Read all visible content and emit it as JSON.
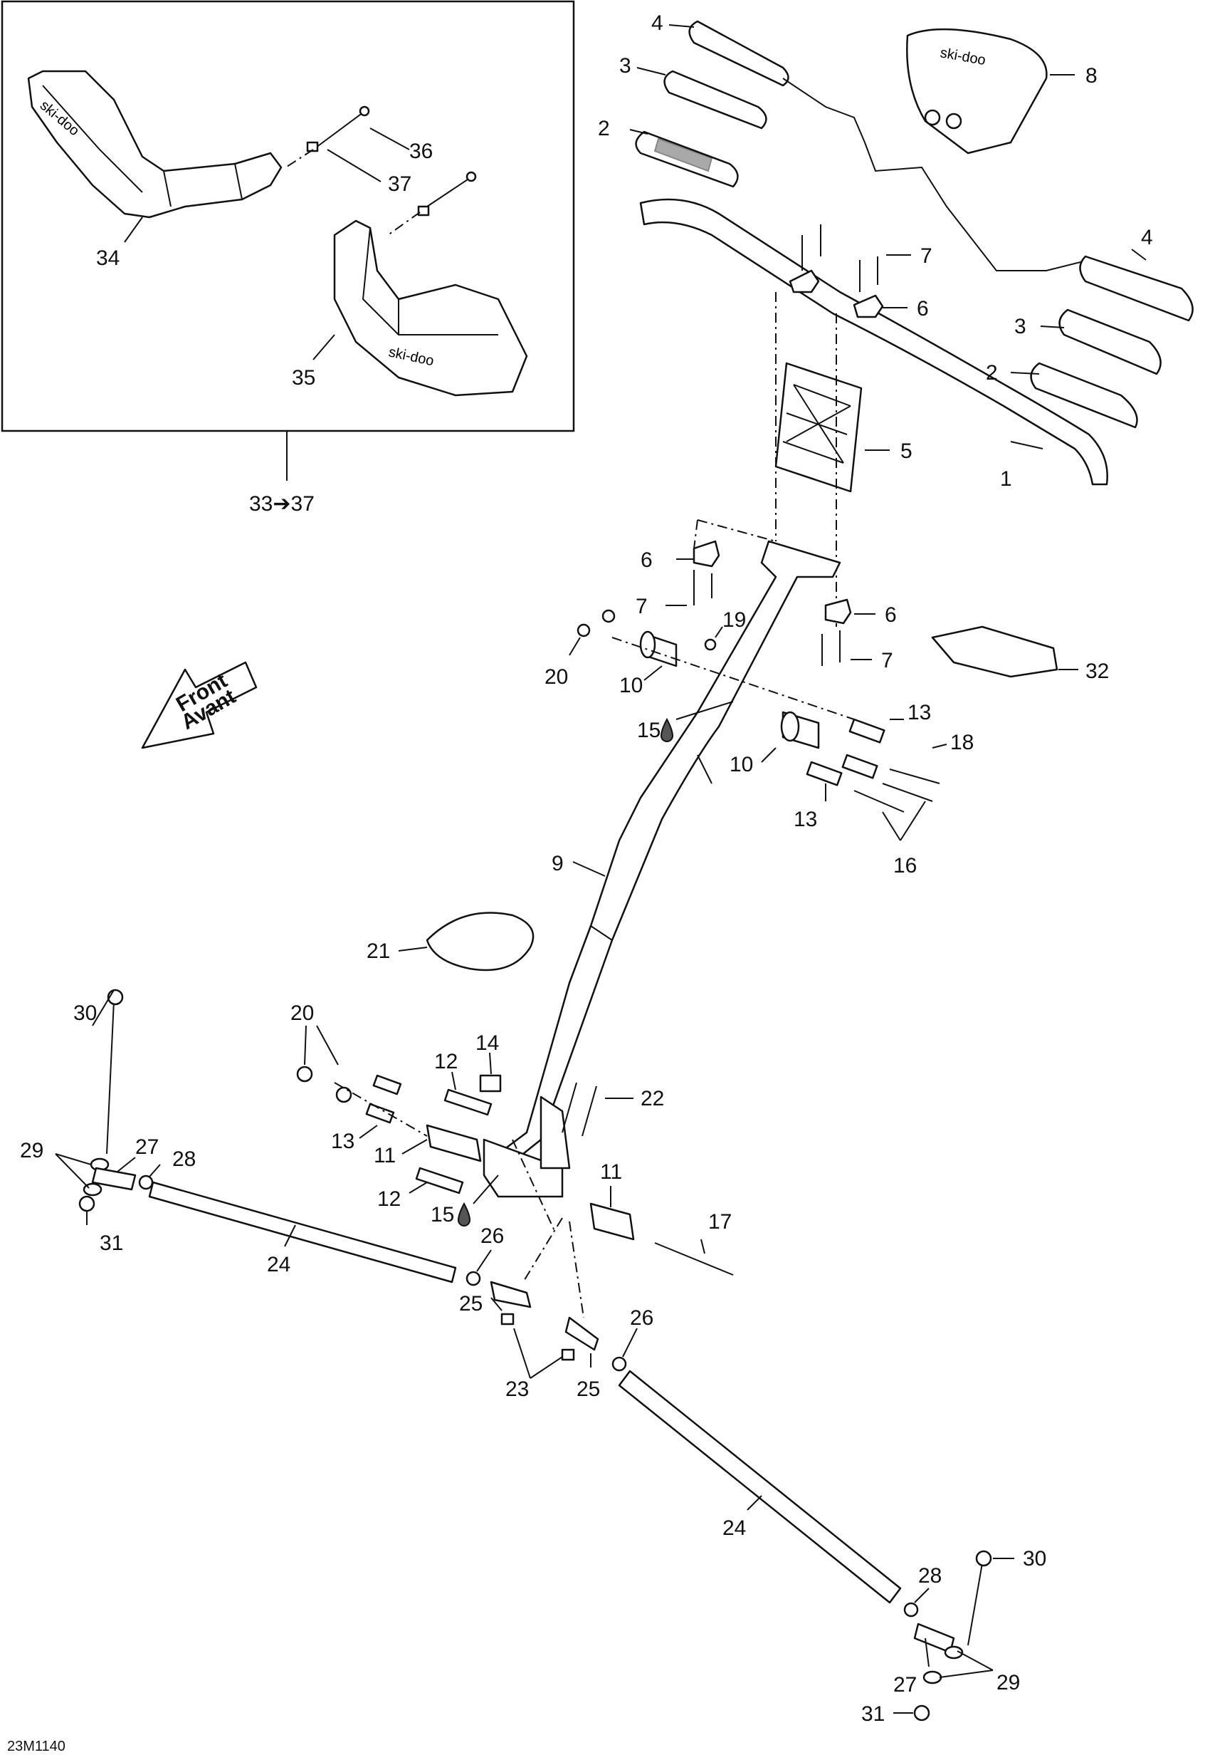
{
  "callouts": {
    "c1": "1",
    "c2a": "2",
    "c2b": "2",
    "c3a": "3",
    "c3b": "3",
    "c4a": "4",
    "c4b": "4",
    "c5": "5",
    "c6a": "6",
    "c6b": "6",
    "c6c": "6",
    "c7a": "7",
    "c7b": "7",
    "c7c": "7",
    "c8": "8",
    "c9": "9",
    "c10a": "10",
    "c10b": "10",
    "c11a": "11",
    "c11b": "11",
    "c12a": "12",
    "c12b": "12",
    "c13a": "13",
    "c13b": "13",
    "c13c": "13",
    "c14": "14",
    "c15a": "15",
    "c15b": "15",
    "c16": "16",
    "c17": "17",
    "c18": "18",
    "c19": "19",
    "c20a": "20",
    "c20b": "20",
    "c21": "21",
    "c22": "22",
    "c23": "23",
    "c24a": "24",
    "c24b": "24",
    "c25a": "25",
    "c25b": "25",
    "c26a": "26",
    "c26b": "26",
    "c27a": "27",
    "c27b": "27",
    "c28a": "28",
    "c28b": "28",
    "c29a": "29",
    "c29b": "29",
    "c30a": "30",
    "c30b": "30",
    "c31a": "31",
    "c31b": "31",
    "c32": "32",
    "c34": "34",
    "c35": "35",
    "c36": "36",
    "c37": "37"
  },
  "kit_range": "33➔37",
  "front_arrow": {
    "line1": "Front",
    "line2": "Avant"
  },
  "brand_text": "ski-doo",
  "figure_code": "23M1140",
  "colors": {
    "ink": "#111111",
    "background": "#ffffff",
    "fill_dark": "#555555"
  }
}
